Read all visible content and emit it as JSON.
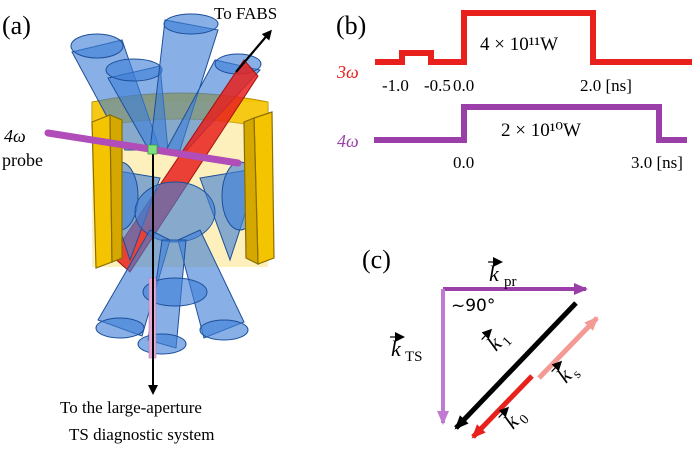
{
  "panel_a": {
    "label": "(a)",
    "fabs_label": "To FABS",
    "probe_label_line1": "4ω",
    "probe_label_line2": "probe",
    "ts_label_line1": "To the large-aperture",
    "ts_label_line2": "TS diagnostic system"
  },
  "panel_b": {
    "label": "(b)",
    "pulse_3w": {
      "name": "3ω",
      "color": "#e8211d",
      "power": "4 × 10¹¹W",
      "ticks": [
        "-1.0",
        "-0.5",
        "0.0",
        "2.0 [ns]"
      ]
    },
    "pulse_4w": {
      "name": "4ω",
      "color": "#9a3fa8",
      "power": "2 × 10¹⁰W",
      "ticks": [
        "0.0",
        "3.0 [ns]"
      ]
    }
  },
  "panel_c": {
    "label": "(c)",
    "angle": "~90°",
    "k_pr": {
      "base": "k",
      "sub": "pr",
      "color": "#9a3fa8"
    },
    "k_ts": {
      "base": "k",
      "sub": "TS",
      "color": "#c07ad0"
    },
    "k_1": {
      "base": "k",
      "sub": "1",
      "color": "#000000"
    },
    "k_s": {
      "base": "k",
      "sub": "s",
      "color": "#f49a94"
    },
    "k_0": {
      "base": "k",
      "sub": "0",
      "color": "#e8211d"
    }
  },
  "colors": {
    "cone_blue": "#3f7fd6",
    "hohlraum_yellow": "#f5c400",
    "beam_red": "#e8211d",
    "probe_purple": "#b04db8"
  }
}
